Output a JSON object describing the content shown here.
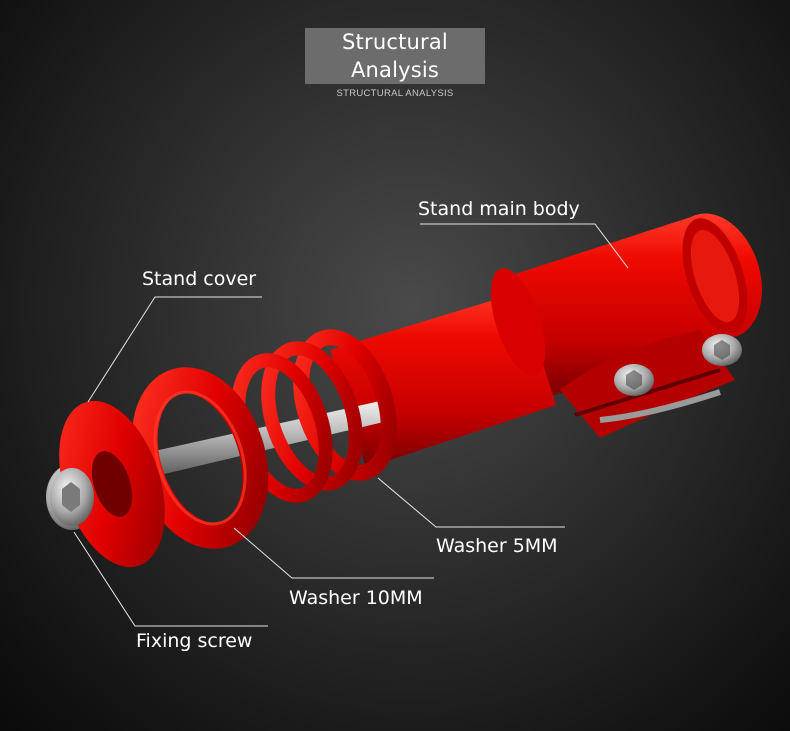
{
  "header": {
    "title_line1": "Structural",
    "title_line2": "Analysis",
    "subtitle": "STRUCTURAL ANALYSIS"
  },
  "labels": {
    "stand_main_body": "Stand main body",
    "stand_cover": "Stand cover",
    "washer_5mm": "Washer 5MM",
    "washer_10mm": "Washer 10MM",
    "fixing_screw": "Fixing screw"
  },
  "colors": {
    "part_red": "#e00000",
    "background": "#2c2c2c",
    "title_box": "#6c6c6c"
  }
}
